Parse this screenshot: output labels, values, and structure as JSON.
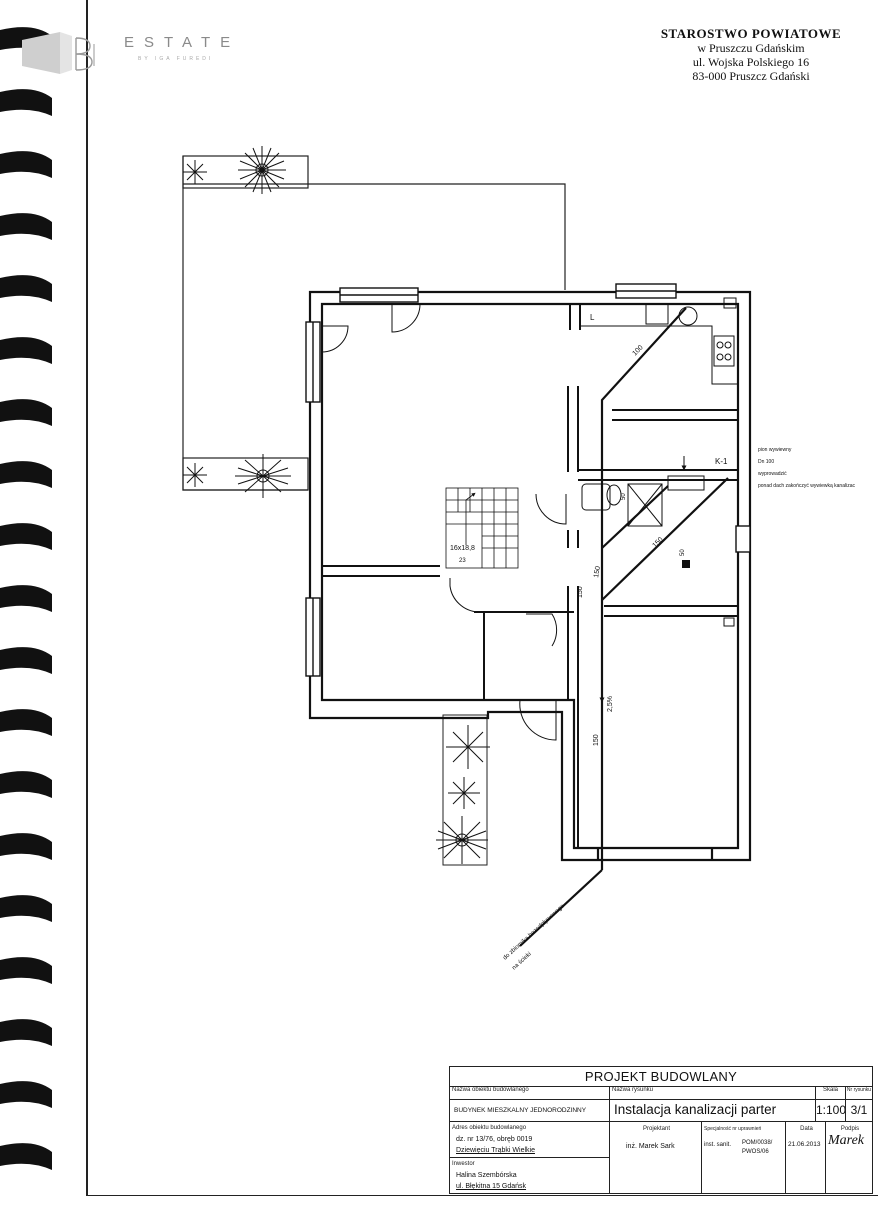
{
  "logo": {
    "wordmark": "ESTATE",
    "tagline": "BY IGA FUREDI"
  },
  "authority": {
    "title": "STAROSTWO POWIATOWE",
    "line1": "w Pruszczu Gdańskim",
    "line2": "ul. Wojska Polskiego 16",
    "line3": "83-000 Pruszcz Gdański"
  },
  "plan": {
    "stair_label": "16x18,8",
    "stair_label_2": "23",
    "kitchen_label": "L",
    "riser_label": "K-1",
    "note_lines": [
      "pion wywiewny",
      "Dn 100",
      "wyprowadzić",
      "ponad dach zakończyć wywiewką kanalizac"
    ],
    "pipe_labels": [
      "100",
      "150",
      "150",
      "150",
      "150",
      "2,5%",
      "50",
      "50"
    ],
    "sewer_note_lines": [
      "do zbiornika bezodpływowego",
      "na ścieki"
    ]
  },
  "title_block": {
    "header": "PROJEKT BUDOWLANY",
    "building_name_label": "Nazwa obiektu budowlanego",
    "building_name": "BUDYNEK MIESZKALNY JEDNORODZINNY",
    "drawing_name_label": "Nazwa rysunku",
    "drawing_name": "Instalacja kanalizacji parter",
    "scale_label": "Skala",
    "scale": "1:100",
    "sheet_label": "Nr rysunku",
    "sheet": "3/1",
    "address_label": "Adres obiektu budowlanego",
    "address_line1": "dz. nr 13/76, obręb 0019",
    "address_line2": "Dziewięciu Trąbki Wielkie",
    "designer_role_label": "Projektant",
    "designer_name": "inż. Marek Sark",
    "speciality_label": "Specjalność nr uprawnień",
    "speciality_value": "inst. sanit.",
    "permit_value_1": "POM/0038/",
    "permit_value_2": "PWOS/06",
    "date_label": "Data",
    "date": "21.06.2013",
    "signature_label": "Podpis",
    "signature": "Marek",
    "investor_label": "Inwestor",
    "investor_name": "Halina Szembórska",
    "investor_address": "ul. Błękitna 15 Gdańsk"
  }
}
